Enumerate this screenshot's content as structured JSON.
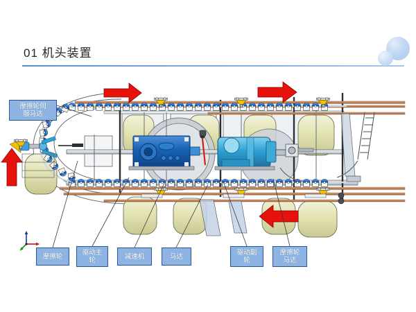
{
  "slide": {
    "title": "01 机头装置",
    "background_color": "#ffffff",
    "accent_color": "#5b8fd4",
    "title_color": "#262626"
  },
  "decor": {
    "circle_large": "decorative-circle-large",
    "circle_small": "decorative-circle-small",
    "circle_color": "#a7c6ee",
    "rule_color": "#5b8fd4"
  },
  "callouts": [
    {
      "id": "friction-servo-motor",
      "label": "摩擦轮伺\n服马达",
      "fill": "#8db4e2",
      "border": "#2a5699",
      "text": "#ffffff"
    },
    {
      "id": "friction-wheel",
      "label": "摩擦轮",
      "fill": "#8db4e2",
      "border": "#2a5699",
      "text": "#ffffff"
    },
    {
      "id": "main-drive-wheel",
      "label": "驱动主\n轮",
      "fill": "#8db4e2",
      "border": "#2a5699",
      "text": "#ffffff"
    },
    {
      "id": "reducer",
      "label": "减速机",
      "fill": "#8db4e2",
      "border": "#2a5699",
      "text": "#ffffff"
    },
    {
      "id": "motor",
      "label": "马达",
      "fill": "#8db4e2",
      "border": "#2a5699",
      "text": "#ffffff"
    },
    {
      "id": "aux-drive-wheel",
      "label": "驱动副\n轮",
      "fill": "#8db4e2",
      "border": "#2a5699",
      "text": "#ffffff"
    },
    {
      "id": "friction-wheel-motor",
      "label": "摩擦轮\n马达",
      "fill": "#8db4e2",
      "border": "#2a5699",
      "text": "#ffffff"
    }
  ],
  "arrows": [
    {
      "id": "arrow-top-left",
      "direction": "right",
      "color": "#e8120c"
    },
    {
      "id": "arrow-top-right",
      "direction": "right",
      "color": "#e8120c"
    },
    {
      "id": "arrow-left-up",
      "direction": "up",
      "color": "#e8120c"
    },
    {
      "id": "arrow-bottom-left",
      "direction": "left",
      "color": "#e8120c"
    }
  ],
  "diagram": {
    "name": "machine-head-assembly-cad-view",
    "colors": {
      "roller_blue": "#1f6fd0",
      "roller_blue_light": "#6aa8e8",
      "gearbox_blue": "#1457a8",
      "motor_blue": "#35a6d8",
      "rail_copper": "#c08a60",
      "drum_olive": "#dcdcad",
      "trolley_yellow": "#f2c200",
      "frame_gray": "#b8bfc6",
      "outline": "#1a1a1a"
    },
    "parts": [
      "conveyor-loop-track",
      "roller-chain-upper",
      "roller-chain-lower",
      "left-u-turn-loop",
      "drive-gearbox",
      "drive-motor",
      "olive-drums",
      "copper-rails",
      "trolley-hangers",
      "access-ladder",
      "coordinate-triad"
    ]
  }
}
